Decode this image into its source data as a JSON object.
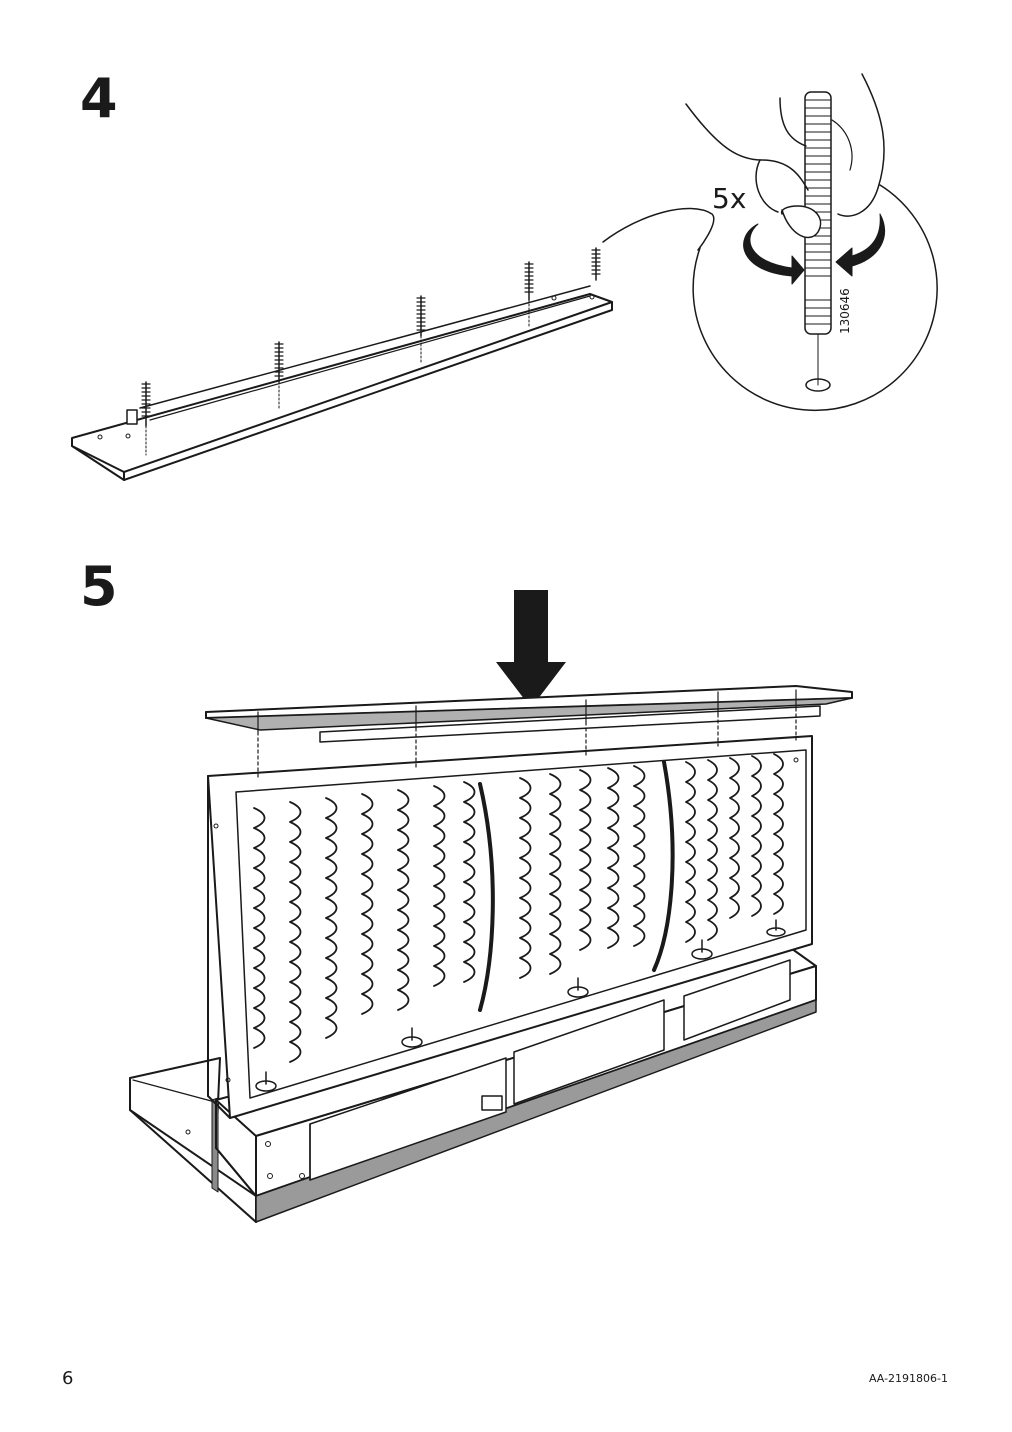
{
  "steps": [
    {
      "number": "4",
      "quantity": "5x",
      "part_number": "130646"
    },
    {
      "number": "5"
    }
  ],
  "footer": {
    "page_number": "6",
    "doc_code": "AA-2191806-1"
  }
}
